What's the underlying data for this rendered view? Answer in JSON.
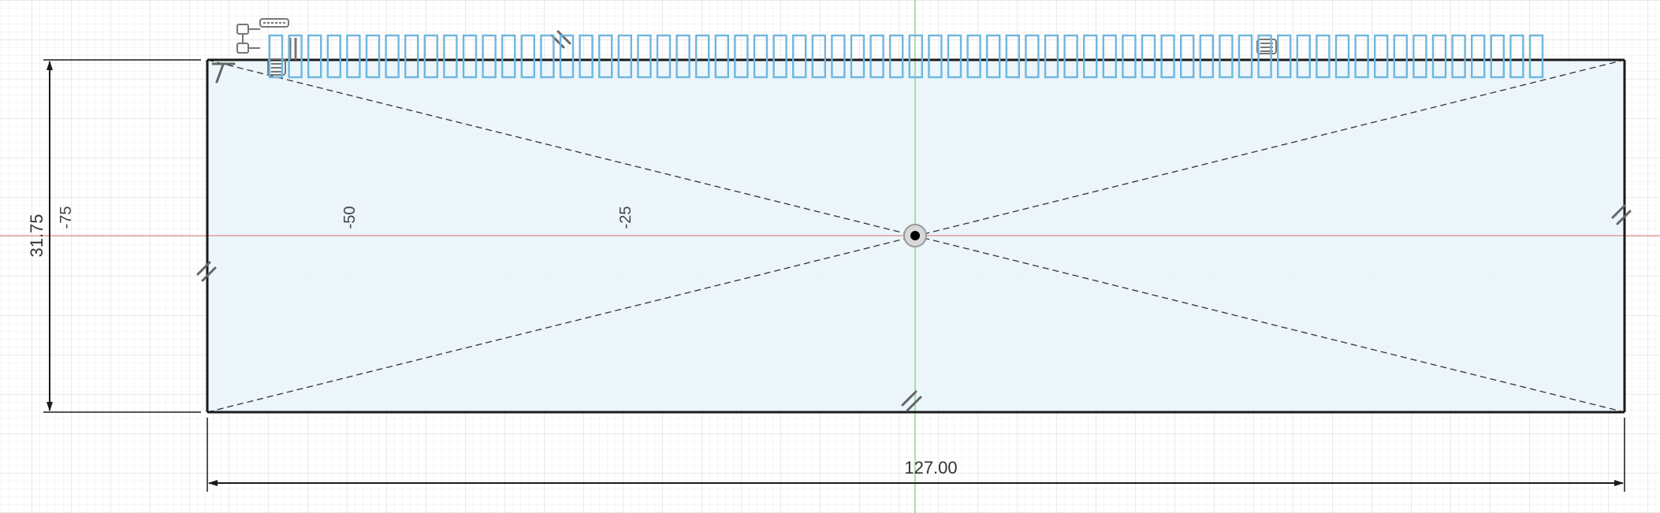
{
  "sketch": {
    "grid": {
      "visible": true,
      "minor_color": "#e9e9e9",
      "major_color": "#d2d2d2"
    },
    "axes": {
      "x_axis_color": "#e07070",
      "y_axis_color": "#5cc85c"
    },
    "profile_fill": "#e9f4fa",
    "profile_stroke": "#1a1a1a",
    "construction_line_color": "#333333",
    "icon_color": "#6fb6de"
  },
  "dimensions": {
    "height_value": "31.75",
    "width_value": "127.00"
  },
  "axis_ticks": {
    "t1": "-75",
    "t2": "-50",
    "t3": "-25"
  },
  "constraint_icons": {
    "parallel": "parallel-constraint-icon",
    "horizontal": "horizontal-constraint-icon",
    "midpoint": "midpoint-constraint-icon",
    "coincident": "coincident-constraint-icon",
    "fix": "fix-constraint-icon"
  }
}
